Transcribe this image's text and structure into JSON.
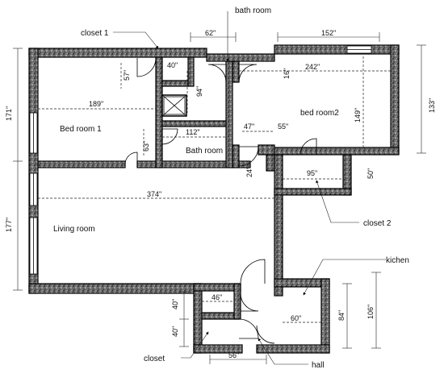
{
  "rooms": {
    "bedroom1": "Bed room 1",
    "bedroom2": "bed room2",
    "bathroom": "Bath room",
    "living": "Living room"
  },
  "callouts": {
    "closet1": "closet 1",
    "bathroom_top": "bath room",
    "closet2": "closet 2",
    "kitchen": "kichen",
    "closet": "closet",
    "hall": "hall"
  },
  "dimensions": {
    "d62": "62\"",
    "d152": "152\"",
    "d171": "171\"",
    "d133": "133\"",
    "d40a": "40\"",
    "d57": "57\"",
    "d94": "94\"",
    "d16": "16\"",
    "d242": "242\"",
    "d189": "189\"",
    "d149": "149\"",
    "d112": "112\"",
    "d63": "63\"",
    "d47": "47\"",
    "d55": "55\"",
    "d24": "24\"",
    "d95": "95\"",
    "d50": "50\"",
    "d374": "374\"",
    "d177": "177\"",
    "d46": "46\"",
    "d40b": "40\"",
    "d40c": "40\"",
    "d60": "60\"",
    "d84": "84\"",
    "d106": "106\"",
    "d56": "56\""
  }
}
